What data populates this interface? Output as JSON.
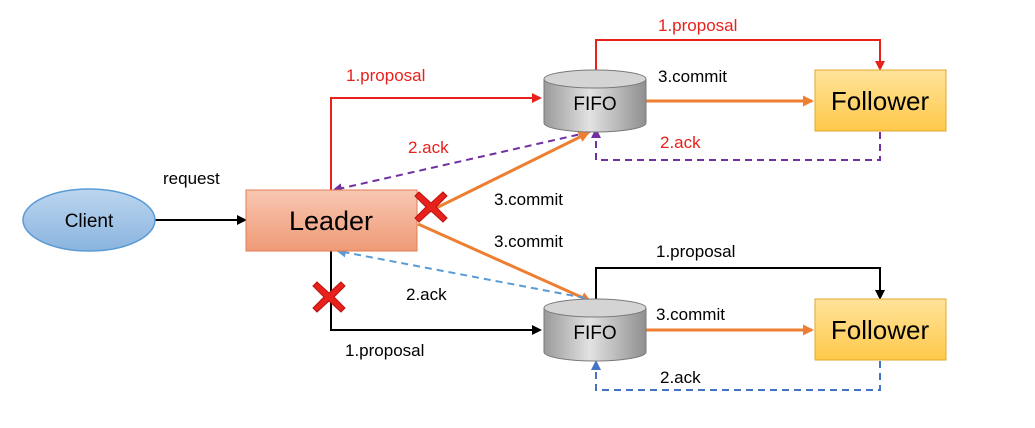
{
  "nodes": {
    "client": "Client",
    "leader": "Leader",
    "fifo_top": "FIFO",
    "fifo_bottom": "FIFO",
    "follower_top": "Follower",
    "follower_bottom": "Follower"
  },
  "labels": {
    "request": "request",
    "leader_proposal_top": "1.proposal",
    "leader_ack_top": "2.ack",
    "leader_commit_top": "3.commit",
    "leader_commit_bottom": "3.commit",
    "leader_ack_bottom": "2.ack",
    "leader_proposal_bottom": "1.proposal",
    "fifo_top_proposal": "1.proposal",
    "fifo_top_commit": "3.commit",
    "follower_top_ack": "2.ack",
    "fifo_bottom_proposal": "1.proposal",
    "fifo_bottom_commit": "3.commit",
    "follower_bottom_ack": "2.ack"
  },
  "colors": {
    "red": "#e8211d",
    "orange": "#ee7f32",
    "purple": "#7030a0",
    "blue_dashed": "#5b9bd5",
    "blue_dashed_dark": "#4472c4",
    "black": "#000000",
    "leader_fill": "#f3a98c",
    "follower_fill": "#ffd36e",
    "client_fill": "#9dc3e6",
    "fifo_fill": "#b8b8b8"
  }
}
